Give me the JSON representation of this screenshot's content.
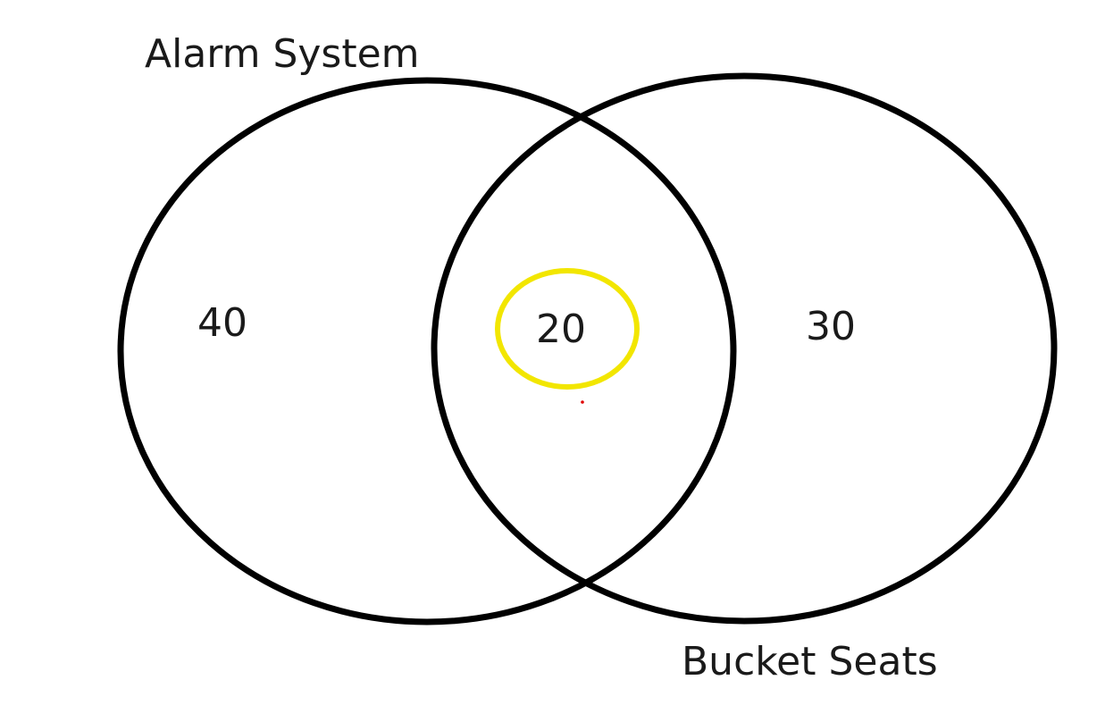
{
  "diagram": {
    "sets": [
      {
        "label": "Alarm System"
      },
      {
        "label": "Bucket Seats"
      }
    ],
    "regions": {
      "only_left": "40",
      "intersection": "20",
      "only_right": "30"
    },
    "colors": {
      "outline": "#000000",
      "highlight": "#f2e600",
      "marker": "#e00000"
    }
  }
}
